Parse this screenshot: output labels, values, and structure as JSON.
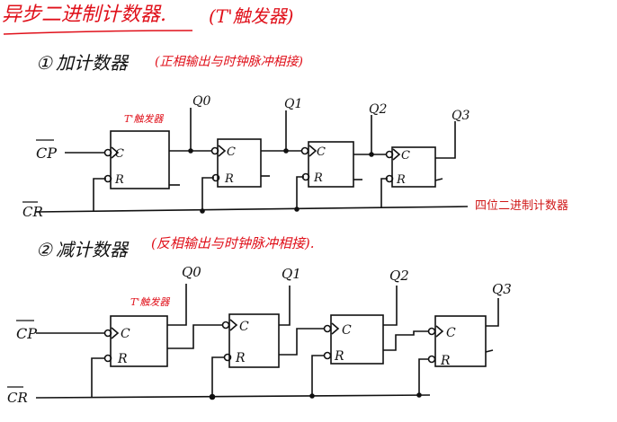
{
  "heading": {
    "main": "异步二进制计数器.",
    "note": "(T'触发器)"
  },
  "up_counter": {
    "marker": "①",
    "title": "加计数器",
    "note": "(正相输出与时钟脉冲相接)",
    "ff_tag": "T'触发器",
    "q_labels": [
      "Q0",
      "Q1",
      "Q2",
      "Q3"
    ],
    "cp_label": "CP",
    "cr_label": "CR",
    "c_pin": "C",
    "r_pin": "R"
  },
  "down_counter": {
    "marker": "②",
    "title": "减计数器",
    "note": "(反相输出与时钟脉冲相接).",
    "ff_tag": "T'触发器",
    "q_labels": [
      "Q0",
      "Q1",
      "Q2",
      "Q3"
    ],
    "cp_label": "CP",
    "cr_label": "CR",
    "c_pin": "C",
    "r_pin": "R"
  },
  "caption": "四位二进制计数器",
  "colors": {
    "ink": "#111111",
    "annotation": "#e0101a"
  }
}
